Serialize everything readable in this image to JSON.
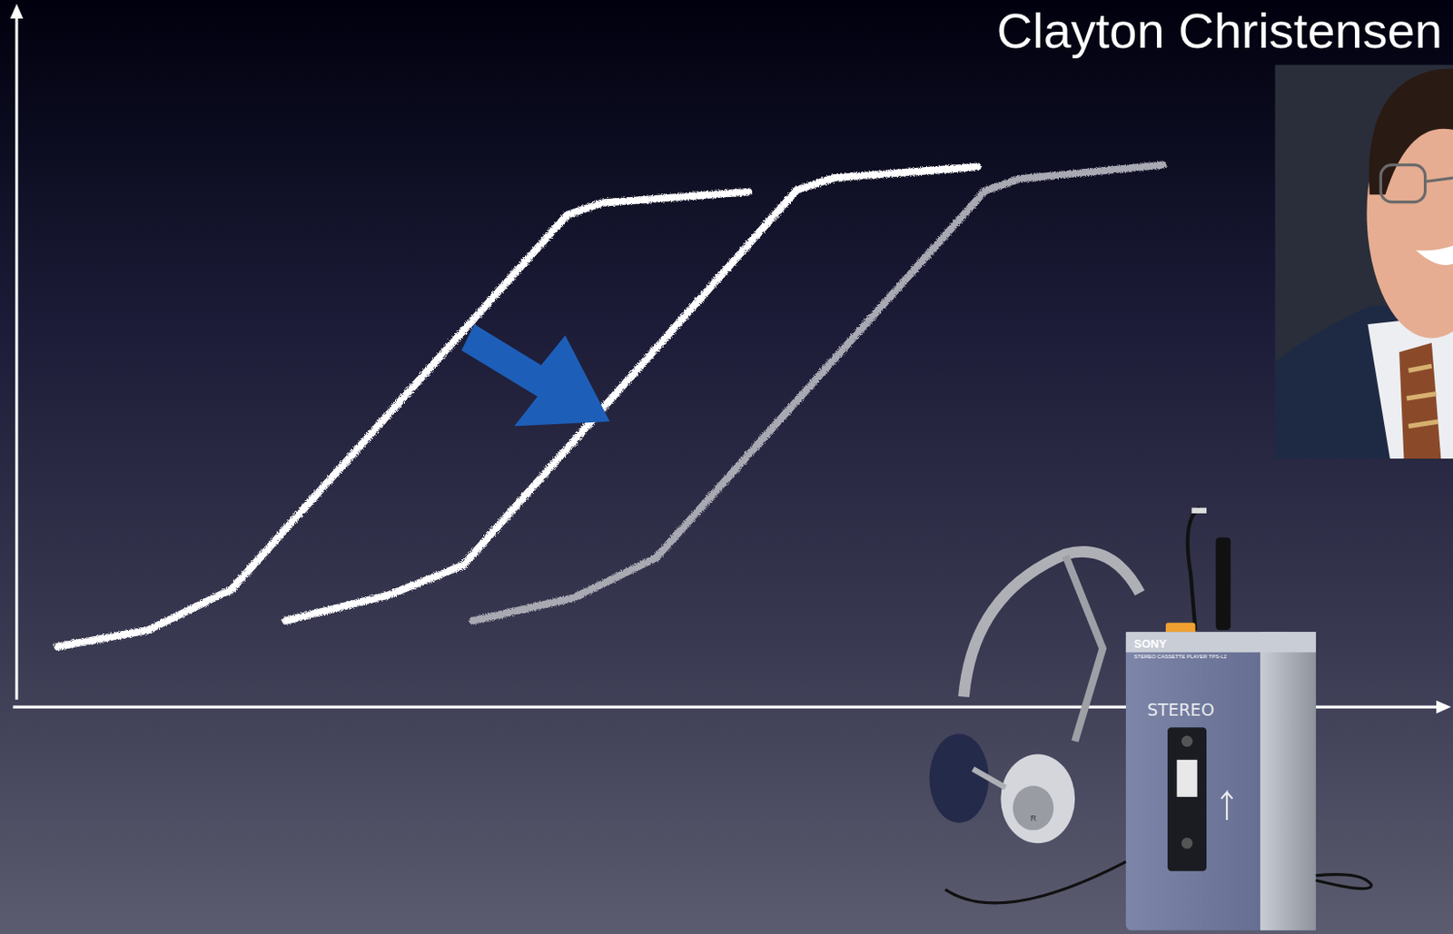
{
  "diagram": {
    "title": "Clayton Christensen",
    "labels": [
      "SONY",
      "STEREO CASSETTE PLAYER TPS-L2",
      "STEREO",
      "R"
    ]
  }
}
